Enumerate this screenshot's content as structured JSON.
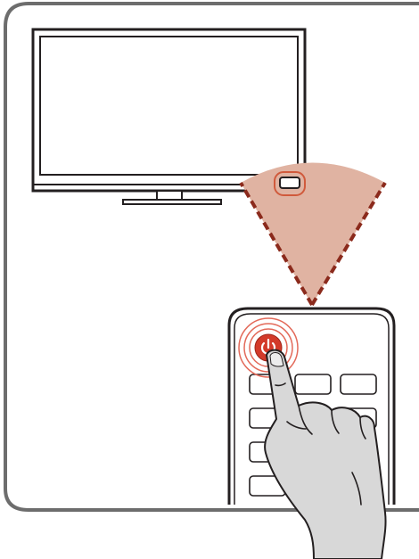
{
  "illustration": {
    "subject": "tv-remote-power-on",
    "frame": {
      "style": "rounded-panel",
      "border_color": "#6d6d6d"
    },
    "tv": {
      "screen_color": "#ffffff",
      "outline_color": "#231f20",
      "ir_sensor_highlight": "#d05a3c"
    },
    "ir_beam": {
      "fill_color": "#e0b3a2",
      "edge_color": "#8b2a1c",
      "edge_style": "dashed"
    },
    "remote": {
      "body_color": "#ffffff",
      "outline_color": "#231f20",
      "power_button": {
        "icon": "power-icon",
        "color": "#d33a2a",
        "ring_color": "#e36a5a",
        "state": "pressed"
      },
      "button_rows": 4
    },
    "hand": {
      "fill_color": "#d8d8d8",
      "outline_color": "#231f20",
      "gesture": "index-finger-press"
    }
  }
}
